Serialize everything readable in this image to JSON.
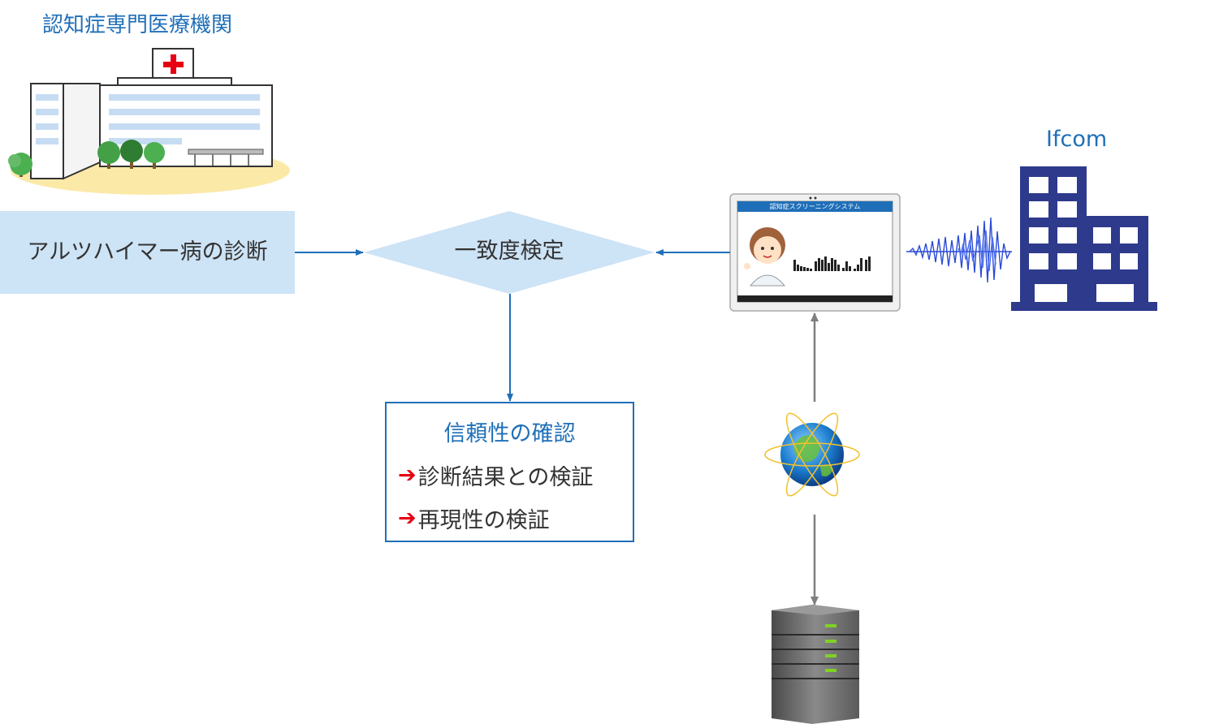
{
  "hospital": {
    "title": "認知症専門医療機関"
  },
  "company": {
    "title": "Ifcom"
  },
  "diagnosis": {
    "label": "アルツハイマー病の診断"
  },
  "matching": {
    "label": "一致度検定"
  },
  "reliability": {
    "title": "信頼性の確認",
    "checks": [
      "診断結果との検証",
      "再現性の検証"
    ],
    "arrow_glyph": "➔"
  },
  "tablet": {
    "screen_title": "認知症スクリーニングシステム"
  },
  "colors": {
    "accent_blue": "#1f6fb8",
    "light_blue": "#cde3f6",
    "navy_building": "#2e3a8c",
    "red_arrow": "#e60012",
    "connector_gray": "#7f7f7f"
  },
  "icons": [
    "hospital-icon",
    "building-icon",
    "tablet-icon",
    "globe-icon",
    "server-icon",
    "sound-wave-icon"
  ]
}
